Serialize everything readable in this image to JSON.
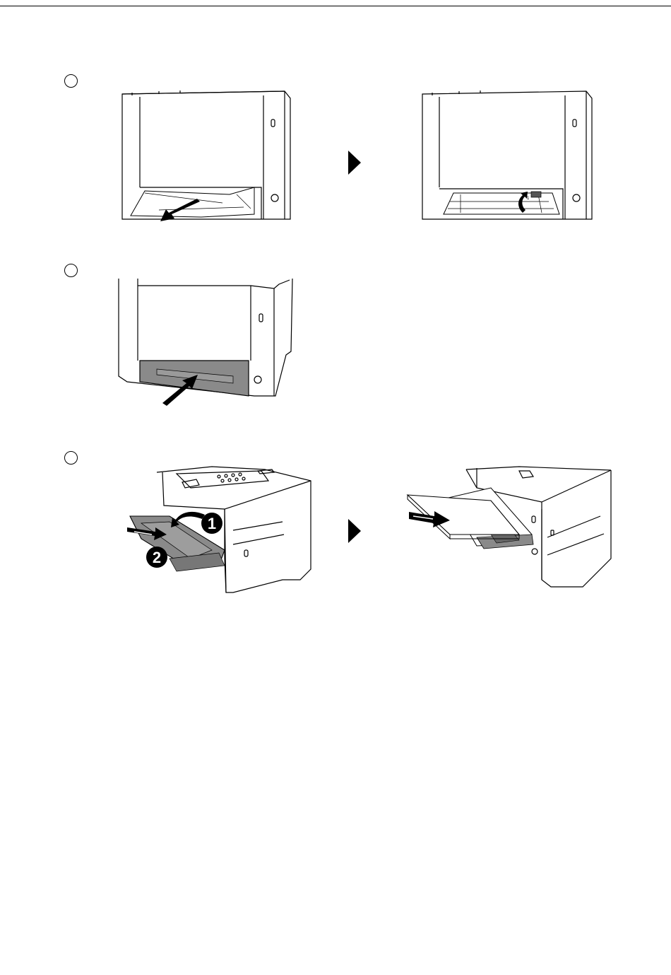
{
  "page": {
    "steps": [
      {
        "marker": ""
      },
      {
        "marker": ""
      },
      {
        "marker": ""
      }
    ],
    "callouts": {
      "one": "1",
      "two": "2"
    },
    "colors": {
      "line": "#000000",
      "tray_fill": "#8a8a8a",
      "paper_fill": "#ffffff",
      "arrow_fill": "#000000"
    },
    "icons": {
      "step_arrow": "right-triangle",
      "callout": "filled-circle-number"
    }
  }
}
